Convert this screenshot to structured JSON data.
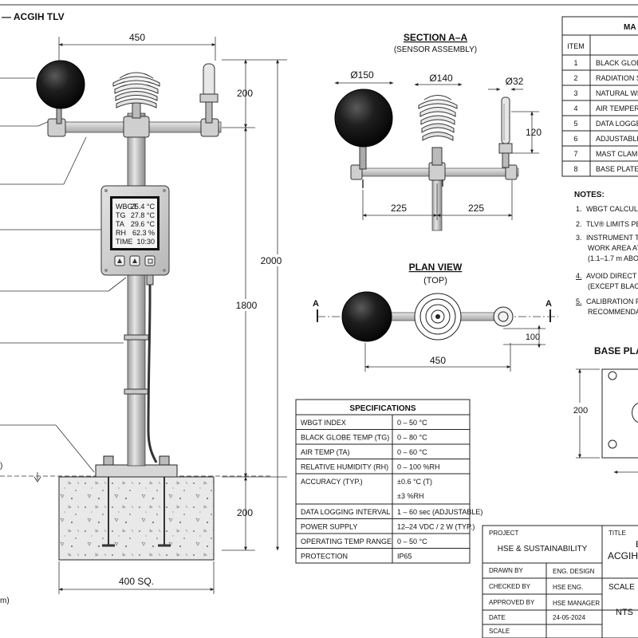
{
  "header": {
    "title": "— ACGIH TLV"
  },
  "section": {
    "title": "SECTION A–A",
    "subtitle": "(SENSOR ASSEMBLY)"
  },
  "plan": {
    "title": "PLAN VIEW",
    "subtitle": "(TOP)",
    "marker": "A"
  },
  "base_plate": {
    "title": "BASE PLA",
    "dim": "200"
  },
  "display": {
    "rows": [
      {
        "label": "WBGT",
        "value": "25.4 °C"
      },
      {
        "label": "TG",
        "value": "27.8 °C"
      },
      {
        "label": "TA",
        "value": "29.6 °C"
      },
      {
        "label": "RH",
        "value": "62.3 %"
      },
      {
        "label": "TIME",
        "value": "10:30"
      }
    ]
  },
  "dims": {
    "mast_width": "450",
    "top_height": "200",
    "total_height": "2000",
    "mid_height": "1800",
    "footing_height": "200",
    "footing_size": "400 SQ.",
    "globe_dia": "Ø150",
    "shield_dia": "Ø140",
    "probe_dia": "Ø32",
    "probe_height": "120",
    "left_arm": "225",
    "right_arm": "225",
    "plan_width": "450",
    "plan_offset": "100"
  },
  "left_notes": {
    "paren": ")",
    "units": "m)"
  },
  "materials": {
    "title": "MA",
    "header": "ITEM",
    "items": [
      {
        "num": "1",
        "text": "BLACK GLOB"
      },
      {
        "num": "2",
        "text": "RADIATION S"
      },
      {
        "num": "3",
        "text": "NATURAL WE"
      },
      {
        "num": "4",
        "text": "AIR TEMPERA"
      },
      {
        "num": "5",
        "text": "DATA LOGGE"
      },
      {
        "num": "6",
        "text": "ADJUSTABLE"
      },
      {
        "num": "7",
        "text": "MAST CLAMP"
      },
      {
        "num": "8",
        "text": "BASE PLATE"
      }
    ]
  },
  "notes": {
    "title": "NOTES:",
    "items": [
      {
        "num": "1.",
        "lines": [
          "WBGT CALCULA"
        ]
      },
      {
        "num": "2.",
        "lines": [
          "TLV® LIMITS PE"
        ]
      },
      {
        "num": "3.",
        "lines": [
          "INSTRUMENT TO",
          "WORK AREA AT",
          "(1.1–1.7 m ABO"
        ]
      },
      {
        "num": "4.",
        "lines": [
          "AVOID DIRECT",
          "(EXCEPT BLACK"
        ]
      },
      {
        "num": "5.",
        "lines": [
          "CALIBRATION P",
          "RECOMMENDAT"
        ]
      }
    ]
  },
  "specs": {
    "title": "SPECIFICATIONS",
    "rows": [
      {
        "label": "WBGT INDEX",
        "values": [
          "0 – 50 °C"
        ]
      },
      {
        "label": "BLACK GLOBE TEMP (TG)",
        "values": [
          "0 – 80 °C"
        ]
      },
      {
        "label": "AIR TEMP (TA)",
        "values": [
          "0 – 60 °C"
        ]
      },
      {
        "label": "RELATIVE HUMIDITY (RH)",
        "values": [
          "0 – 100 %RH"
        ]
      },
      {
        "label": "ACCURACY (TYP.)",
        "values": [
          "±0.6 °C (T)",
          "±3 %RH"
        ]
      },
      {
        "label": "DATA LOGGING INTERVAL",
        "values": [
          "1 – 60 sec (ADJUSTABLE)"
        ]
      },
      {
        "label": "POWER SUPPLY",
        "values": [
          "12–24 VDC / 2 W (TYP.)"
        ]
      },
      {
        "label": "OPERATING TEMP RANGE",
        "values": [
          "0 – 50 °C"
        ]
      },
      {
        "label": "PROTECTION",
        "values": [
          "IP65"
        ]
      }
    ]
  },
  "title_block": {
    "project_label": "PROJECT",
    "project_value": "HSE & SUSTAINABILITY",
    "title_label": "TITLE",
    "title_frag1": "E",
    "title_frag2": "ACGIH T",
    "drawn_label": "DRAWN BY",
    "drawn_value": "ENG. DESIGN",
    "checked_label": "CHECKED BY",
    "checked_value": "HSE ENG.",
    "approved_label": "APPROVED BY",
    "approved_value": "HSE MANAGER",
    "date_label": "DATE",
    "date_value": "24-05-2024",
    "scale_label": "SCALE",
    "scale_value": "NTS",
    "scale_label2": "SCALE"
  }
}
